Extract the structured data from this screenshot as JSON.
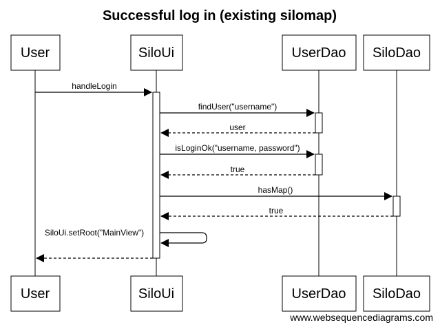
{
  "diagram": {
    "title": "Successful log in (existing silomap)",
    "watermark": "www.websequencediagrams.com",
    "actors": [
      {
        "id": "user",
        "label": "User"
      },
      {
        "id": "siloui",
        "label": "SiloUi"
      },
      {
        "id": "userdao",
        "label": "UserDao"
      },
      {
        "id": "silodao",
        "label": "SiloDao"
      }
    ],
    "messages": [
      {
        "from": "user",
        "to": "siloui",
        "label": "handleLogin",
        "type": "call"
      },
      {
        "from": "siloui",
        "to": "userdao",
        "label": "findUser(\"username\")",
        "type": "call"
      },
      {
        "from": "userdao",
        "to": "siloui",
        "label": "user",
        "type": "return"
      },
      {
        "from": "siloui",
        "to": "userdao",
        "label": "isLoginOk(\"username, password\")",
        "type": "call"
      },
      {
        "from": "userdao",
        "to": "siloui",
        "label": "true",
        "type": "return"
      },
      {
        "from": "siloui",
        "to": "silodao",
        "label": "hasMap()",
        "type": "call"
      },
      {
        "from": "silodao",
        "to": "siloui",
        "label": "true",
        "type": "return"
      },
      {
        "from": "siloui",
        "to": "siloui",
        "label": "SiloUi.setRoot(\"MainView\")",
        "type": "self"
      },
      {
        "from": "siloui",
        "to": "user",
        "label": "",
        "type": "return"
      }
    ]
  }
}
